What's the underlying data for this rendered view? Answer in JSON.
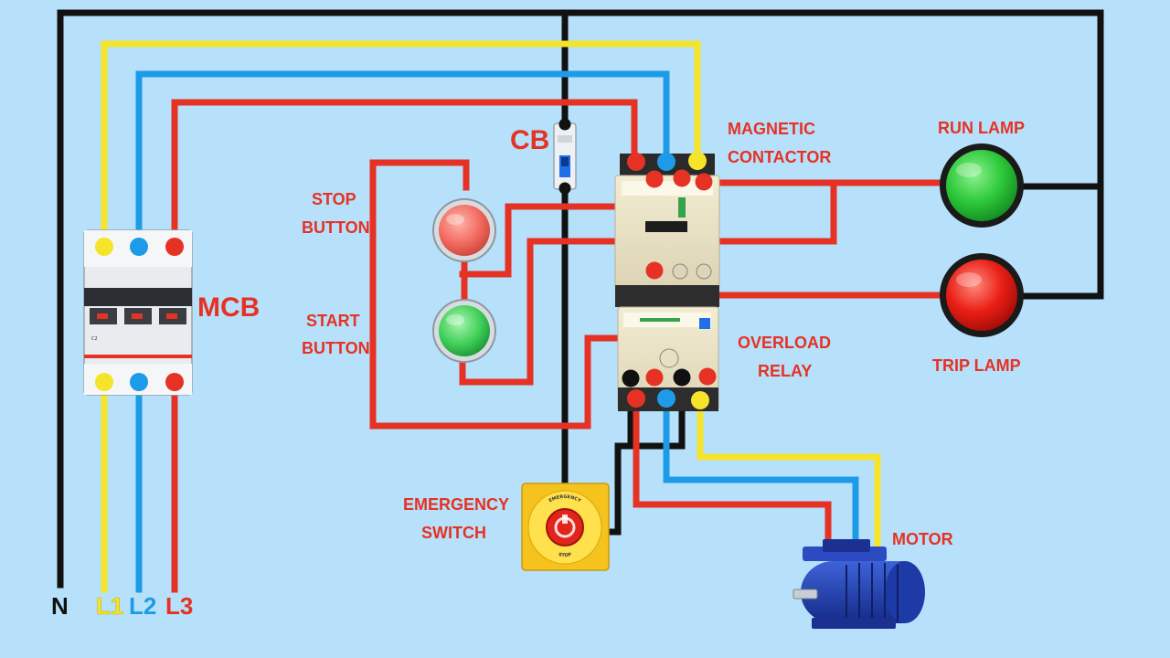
{
  "colors": {
    "background": "#b7e1fb",
    "neutral": "#111111",
    "L1": "#f5e42a",
    "L2": "#1e9be8",
    "L3": "#e53224",
    "label": "#e53224",
    "run_lamp": "#2ec93a",
    "trip_lamp": "#ea1f16",
    "stop_button": "#f26a5f",
    "start_button": "#3fcf58"
  },
  "labels": {
    "mcb": "MCB",
    "cb": "CB",
    "magnetic_contactor_1": "MAGNETIC",
    "magnetic_contactor_2": "CONTACTOR",
    "run_lamp": "RUN LAMP",
    "trip_lamp": "TRIP LAMP",
    "stop_button_1": "STOP",
    "stop_button_2": "BUTTON",
    "start_button_1": "START",
    "start_button_2": "BUTTON",
    "overload_relay_1": "OVERLOAD",
    "overload_relay_2": "RELAY",
    "emergency_switch_1": "EMERGENCY",
    "emergency_switch_2": "SWITCH",
    "motor": "MOTOR",
    "emergency_ring_top": "EMERGENCY",
    "emergency_ring_bottom": "STOP"
  },
  "phases": [
    {
      "key": "N",
      "label": "N",
      "color": "#111111"
    },
    {
      "key": "L1",
      "label": "L1",
      "color": "#f5e42a"
    },
    {
      "key": "L2",
      "label": "L2",
      "color": "#1e9be8"
    },
    {
      "key": "L3",
      "label": "L3",
      "color": "#e53224"
    }
  ],
  "device_marks": {
    "mcb_rating": "C2"
  }
}
